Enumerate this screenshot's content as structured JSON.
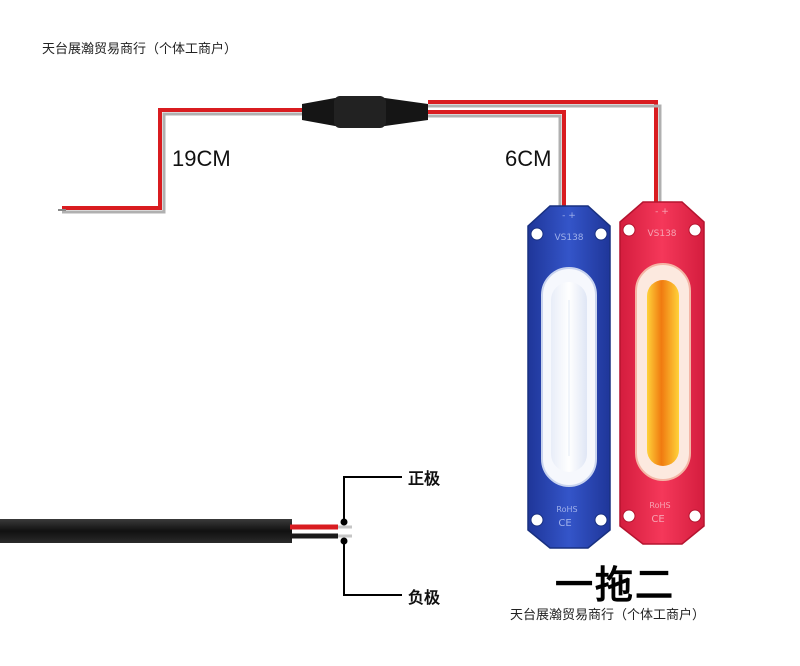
{
  "watermark_top": "天台展瀚贸易商行（个体工商户）",
  "watermark_bottom": "天台展瀚贸易商行（个体工商户）",
  "wire_length_long": "19CM",
  "wire_length_short": "6CM",
  "polarity_positive": "正极",
  "polarity_negative": "负极",
  "headline": "一拖二",
  "module_marks": {
    "blue": {
      "polarity": "- +",
      "model": "VS138",
      "cert_top": "RoHS",
      "cert_bottom": "CE"
    },
    "red": {
      "polarity": "- +",
      "model": "VS138",
      "cert_top": "RoHS",
      "cert_bottom": "CE"
    }
  },
  "colors": {
    "wire_red": "#d91c20",
    "wire_black": "#1a1a1a",
    "module_blue": "#2c47b8",
    "module_red": "#ea2b4b",
    "led_white": "#f4f7ff",
    "led_amber": "#f28a1e"
  }
}
